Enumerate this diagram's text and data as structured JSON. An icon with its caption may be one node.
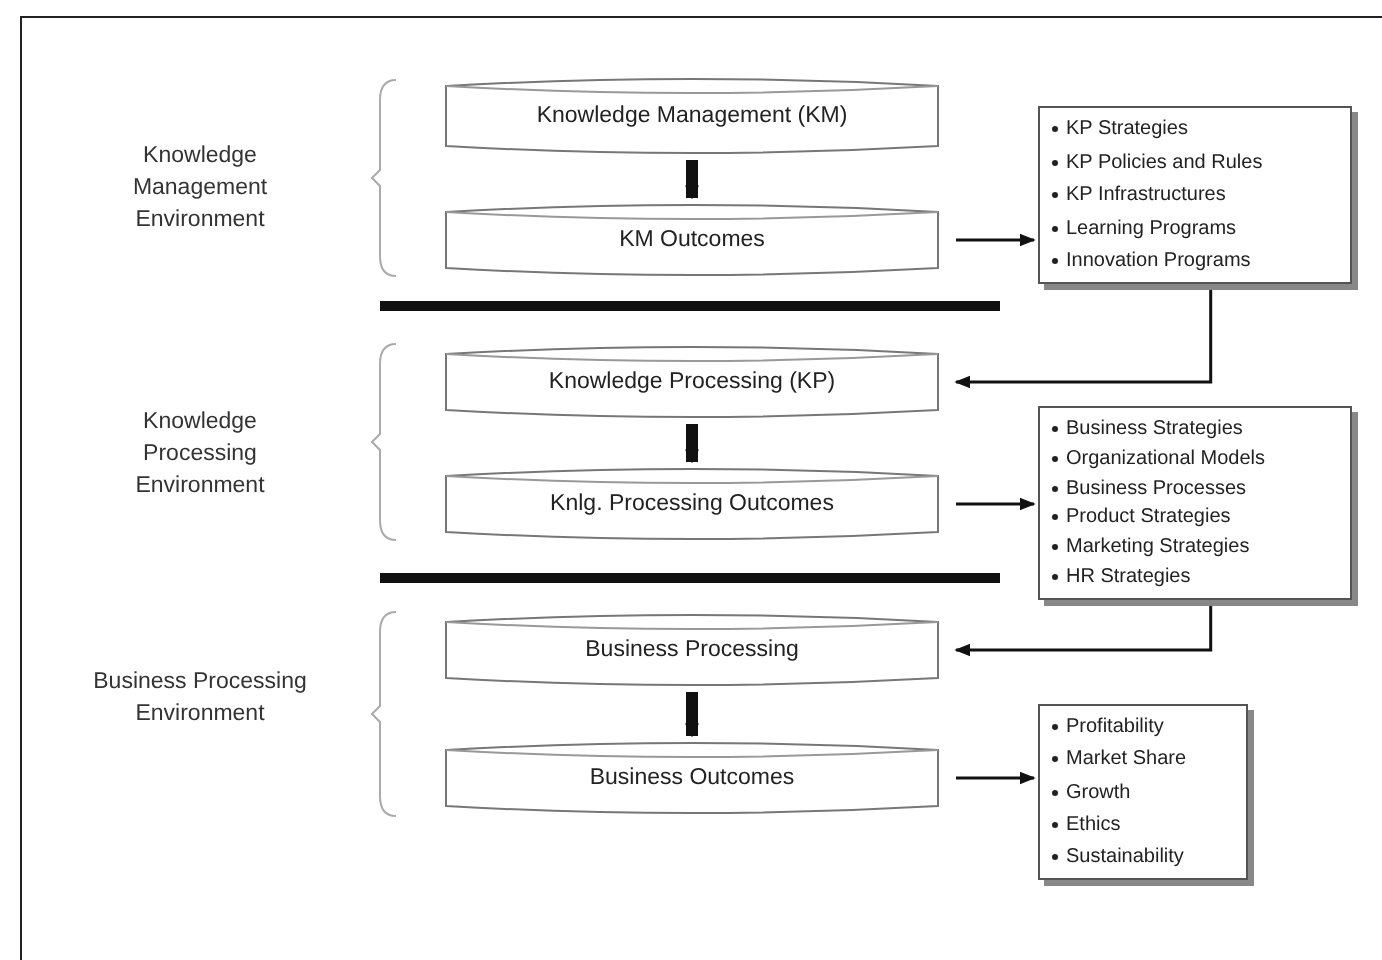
{
  "diagram": {
    "nodes": [
      {
        "text": [
          "Knowledge Management (KM)"
        ]
      },
      {
        "text": [
          "KM Outcomes"
        ]
      },
      {
        "text": [
          "KP Strategies",
          "KP Policies and Rules",
          "KP Infrastructures",
          "Learning Programs",
          "Innovation Programs"
        ]
      },
      {
        "text": [
          "Knowledge Processing (KP)"
        ]
      },
      {
        "text": [
          "Knlg. Processing Outcomes"
        ]
      },
      {
        "text": [
          "Business Strategies",
          "Organizational Models",
          "Business Processes",
          "Product Strategies",
          "Marketing Strategies",
          "HR Strategies"
        ]
      },
      {
        "text": [
          "Business Processing"
        ]
      },
      {
        "text": [
          "Business Outcomes"
        ]
      },
      {
        "text": [
          "Profitability",
          "Market Share",
          "Growth",
          "Ethics",
          "Sustainability"
        ]
      }
    ],
    "edges": [
      {
        "from": 0,
        "to": 1,
        "arrow": "to",
        "style": "thick"
      },
      {
        "from": 1,
        "to": 2,
        "arrow": "to"
      },
      {
        "from": 2,
        "to": 3,
        "arrow": "to"
      },
      {
        "from": 3,
        "to": 4,
        "arrow": "to",
        "style": "thick"
      },
      {
        "from": 4,
        "to": 5,
        "arrow": "to"
      },
      {
        "from": 5,
        "to": 6,
        "arrow": "to"
      },
      {
        "from": 6,
        "to": 7,
        "arrow": "to",
        "style": "thick"
      },
      {
        "from": 7,
        "to": 8,
        "arrow": "to"
      }
    ],
    "labels": [
      "Knowledge Management Environment",
      "Knowledge Processing Environment",
      "Business Processing Environment"
    ]
  }
}
